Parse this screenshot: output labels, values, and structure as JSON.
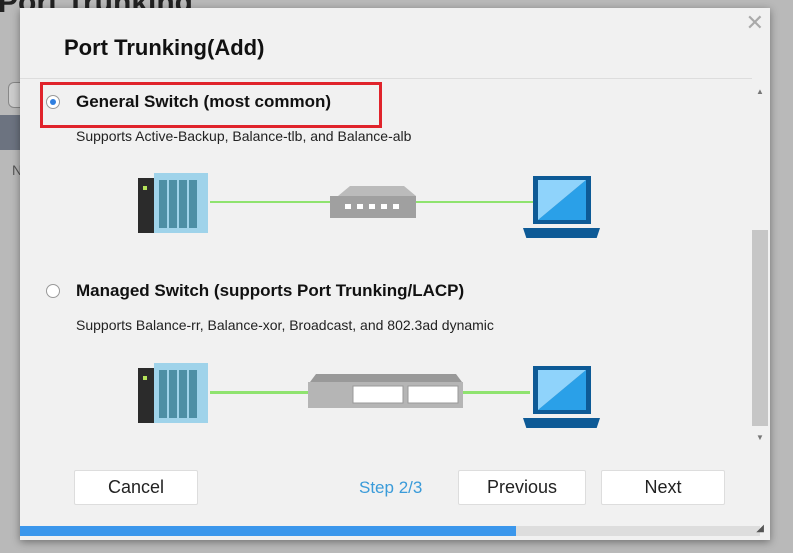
{
  "background": {
    "title": "Port Trunking",
    "letter": "N"
  },
  "dialog": {
    "title": "Port Trunking(Add)",
    "options": [
      {
        "label": "General Switch (most common)",
        "description": "Supports Active-Backup, Balance-tlb, and Balance-alb",
        "selected": true,
        "highlighted": true
      },
      {
        "label": "Managed Switch (supports Port Trunking/LACP)",
        "description": "Supports Balance-rr, Balance-xor, Broadcast, and 802.3ad dynamic",
        "selected": false
      }
    ],
    "footer": {
      "cancel": "Cancel",
      "step": "Step 2/3",
      "previous": "Previous",
      "next": "Next"
    },
    "progress": 0.67,
    "colors": {
      "accent": "#3b97ec",
      "highlight": "#e0232b",
      "step_text": "#3a9bd9"
    }
  }
}
